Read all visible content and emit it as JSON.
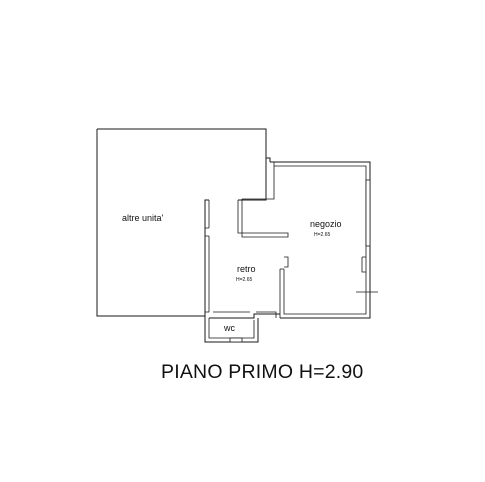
{
  "plan": {
    "title": "PIANO PRIMO H=2.90",
    "rooms": {
      "altre": {
        "name": "altre unita'"
      },
      "negozio": {
        "name": "negozio",
        "height": "H=2.65"
      },
      "retro": {
        "name": "retro",
        "height": "H=2.65"
      },
      "wc": {
        "name": "wc"
      }
    }
  }
}
